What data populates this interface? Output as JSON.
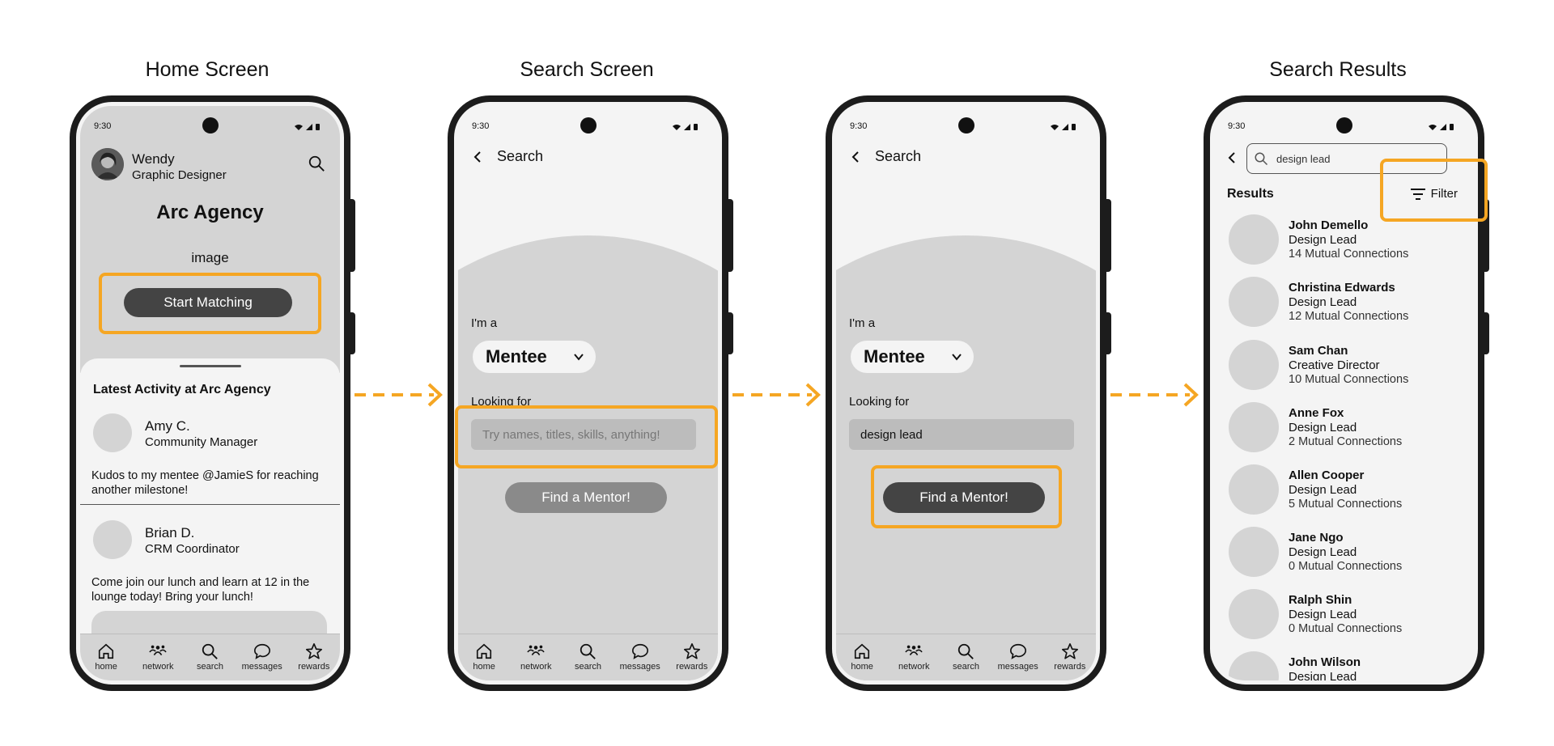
{
  "titles": {
    "home": "Home Screen",
    "search": "Search Screen",
    "results": "Search Results"
  },
  "status_time": "9:30",
  "nav": [
    "home",
    "network",
    "search",
    "messages",
    "rewards"
  ],
  "home": {
    "user_name": "Wendy",
    "user_role": "Graphic Designer",
    "agency_title": "Arc Agency",
    "image_placeholder": "image",
    "start_button": "Start Matching",
    "activity_title": "Latest Activity at Arc Agency",
    "activities": [
      {
        "name": "Amy C.",
        "role": "Community Manager",
        "message": "Kudos to my mentee @JamieS for reaching another milestone!"
      },
      {
        "name": "Brian D.",
        "role": "CRM Coordinator",
        "message": "Come join our lunch and learn at 12 in the lounge today! Bring your lunch!"
      }
    ]
  },
  "search_empty": {
    "header": "Search",
    "im_a_label": "I'm a",
    "role_value": "Mentee",
    "looking_for_label": "Looking for",
    "placeholder": "Try names, titles, skills, anything!",
    "find_button": "Find a Mentor!"
  },
  "search_filled": {
    "header": "Search",
    "im_a_label": "I'm a",
    "role_value": "Mentee",
    "looking_for_label": "Looking for",
    "input_value": "design lead",
    "find_button": "Find a Mentor!"
  },
  "results": {
    "query": "design lead",
    "label": "Results",
    "filter_label": "Filter",
    "items": [
      {
        "name": "John Demello",
        "title": "Design Lead",
        "connections": "14 Mutual Connections"
      },
      {
        "name": "Christina Edwards",
        "title": "Design Lead",
        "connections": "12 Mutual Connections"
      },
      {
        "name": "Sam Chan",
        "title": "Creative Director",
        "connections": "10 Mutual Connections"
      },
      {
        "name": "Anne Fox",
        "title": "Design Lead",
        "connections": "2 Mutual Connections"
      },
      {
        "name": "Allen Cooper",
        "title": "Design Lead",
        "connections": "5 Mutual Connections"
      },
      {
        "name": "Jane Ngo",
        "title": "Design Lead",
        "connections": "0 Mutual Connections"
      },
      {
        "name": "Ralph Shin",
        "title": "Design Lead",
        "connections": "0 Mutual Connections"
      },
      {
        "name": "John Wilson",
        "title": "Design Lead",
        "connections": ""
      }
    ]
  },
  "colors": {
    "highlight": "#f5a623",
    "screen_bg": "#f4f4f4",
    "panel_gray": "#d4d4d4",
    "button_dark": "#444444",
    "button_dim": "#8a8a8a",
    "phone_frame": "#1c1c1c"
  }
}
